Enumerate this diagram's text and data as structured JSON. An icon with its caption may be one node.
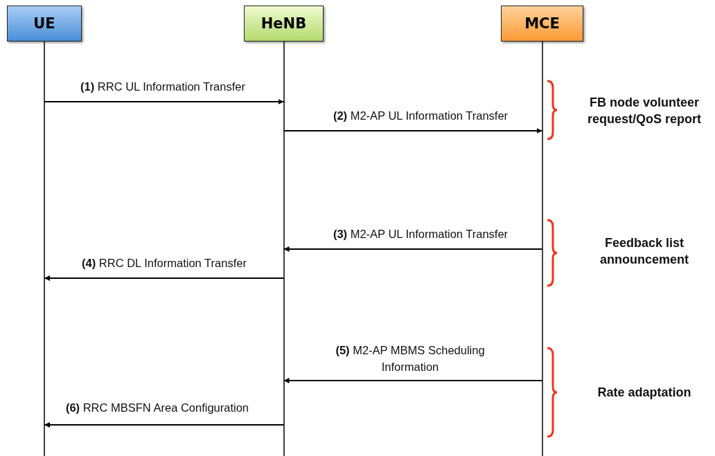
{
  "diagram": {
    "nodes": [
      {
        "text": [
          "UE"
        ]
      },
      {
        "text": [
          "HeNB"
        ]
      },
      {
        "text": [
          "MCE"
        ]
      }
    ],
    "edges": [
      {
        "from": 0,
        "to": 1,
        "arrow": "to",
        "label": "**(1)** RRC UL Information Transfer"
      },
      {
        "from": 1,
        "to": 2,
        "arrow": "to",
        "label": "**(2)** M2-AP UL Information Transfer"
      },
      {
        "from": 2,
        "to": 1,
        "arrow": "to",
        "label": "**(3)** M2-AP UL Information Transfer"
      },
      {
        "from": 1,
        "to": 0,
        "arrow": "to",
        "label": "**(4)** RRC DL Information Transfer"
      },
      {
        "from": 2,
        "to": 1,
        "arrow": "to",
        "label": "**(5)** M2-AP MBMS Scheduling Information"
      },
      {
        "from": 1,
        "to": 0,
        "arrow": "to",
        "label": "**(6)** RRC MBSFN Area Configuration"
      }
    ],
    "labels": [
      "FB node volunteer request/QoS report",
      "Feedback list announcement",
      "Rate adaptation"
    ]
  }
}
